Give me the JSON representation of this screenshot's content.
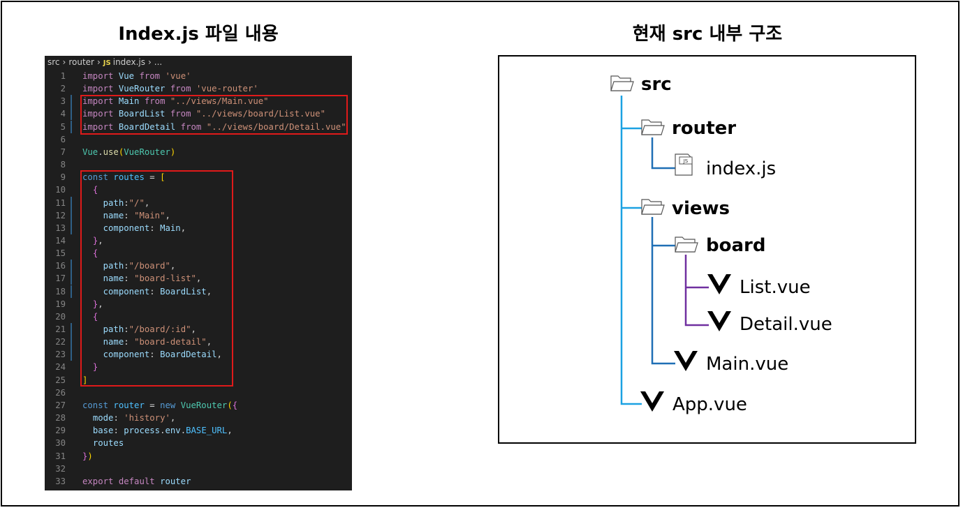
{
  "left_title": "Index.js 파일 내용",
  "right_title": "현재 src 내부 구조",
  "editor": {
    "breadcrumb": {
      "part1": "src",
      "part2": "router",
      "js_badge": "JS",
      "file": "index.js",
      "ellipsis": "..."
    },
    "lines": [
      {
        "n": "1",
        "tokens": [
          [
            "kw",
            "import "
          ],
          [
            "id",
            "Vue "
          ],
          [
            "kw",
            "from "
          ],
          [
            "str",
            "'vue'"
          ]
        ]
      },
      {
        "n": "2",
        "tokens": [
          [
            "kw",
            "import "
          ],
          [
            "id",
            "VueRouter "
          ],
          [
            "kw",
            "from "
          ],
          [
            "str",
            "'vue-router'"
          ]
        ]
      },
      {
        "n": "3",
        "tokens": [
          [
            "kw",
            "import "
          ],
          [
            "id",
            "Main "
          ],
          [
            "kw",
            "from "
          ],
          [
            "str",
            "\"../views/Main.vue\""
          ]
        ]
      },
      {
        "n": "4",
        "tokens": [
          [
            "kw",
            "import "
          ],
          [
            "id",
            "BoardList "
          ],
          [
            "kw",
            "from "
          ],
          [
            "str",
            "\"../views/board/List.vue\""
          ]
        ]
      },
      {
        "n": "5",
        "tokens": [
          [
            "kw",
            "import "
          ],
          [
            "id",
            "BoardDetail "
          ],
          [
            "kw",
            "from "
          ],
          [
            "str",
            "\"../views/board/Detail.vue\""
          ]
        ]
      },
      {
        "n": "6",
        "tokens": []
      },
      {
        "n": "7",
        "tokens": [
          [
            "cls",
            "Vue"
          ],
          [
            "p",
            "."
          ],
          [
            "fn",
            "use"
          ],
          [
            "b1",
            "("
          ],
          [
            "cls",
            "VueRouter"
          ],
          [
            "b1",
            ")"
          ]
        ]
      },
      {
        "n": "8",
        "tokens": []
      },
      {
        "n": "9",
        "tokens": [
          [
            "dkw",
            "const "
          ],
          [
            "const",
            "routes "
          ],
          [
            "p",
            "= "
          ],
          [
            "b1",
            "["
          ]
        ]
      },
      {
        "n": "10",
        "tokens": [
          [
            "p",
            "  "
          ],
          [
            "b2",
            "{"
          ]
        ]
      },
      {
        "n": "11",
        "tokens": [
          [
            "p",
            "    "
          ],
          [
            "id",
            "path"
          ],
          [
            "p",
            ":"
          ],
          [
            "str",
            "\"/\""
          ],
          [
            "p",
            ","
          ]
        ]
      },
      {
        "n": "12",
        "tokens": [
          [
            "p",
            "    "
          ],
          [
            "id",
            "name"
          ],
          [
            "p",
            ": "
          ],
          [
            "str",
            "\"Main\""
          ],
          [
            "p",
            ","
          ]
        ]
      },
      {
        "n": "13",
        "tokens": [
          [
            "p",
            "    "
          ],
          [
            "id",
            "component"
          ],
          [
            "p",
            ": "
          ],
          [
            "id",
            "Main"
          ],
          [
            "p",
            ","
          ]
        ]
      },
      {
        "n": "14",
        "tokens": [
          [
            "p",
            "  "
          ],
          [
            "b2",
            "}"
          ],
          [
            "p",
            ","
          ]
        ]
      },
      {
        "n": "15",
        "tokens": [
          [
            "p",
            "  "
          ],
          [
            "b2",
            "{"
          ]
        ]
      },
      {
        "n": "16",
        "tokens": [
          [
            "p",
            "    "
          ],
          [
            "id",
            "path"
          ],
          [
            "p",
            ":"
          ],
          [
            "str",
            "\"/board\""
          ],
          [
            "p",
            ","
          ]
        ]
      },
      {
        "n": "17",
        "tokens": [
          [
            "p",
            "    "
          ],
          [
            "id",
            "name"
          ],
          [
            "p",
            ": "
          ],
          [
            "str",
            "\"board-list\""
          ],
          [
            "p",
            ","
          ]
        ]
      },
      {
        "n": "18",
        "tokens": [
          [
            "p",
            "    "
          ],
          [
            "id",
            "component"
          ],
          [
            "p",
            ": "
          ],
          [
            "id",
            "BoardList"
          ],
          [
            "p",
            ","
          ]
        ]
      },
      {
        "n": "19",
        "tokens": [
          [
            "p",
            "  "
          ],
          [
            "b2",
            "}"
          ],
          [
            "p",
            ","
          ]
        ]
      },
      {
        "n": "20",
        "tokens": [
          [
            "p",
            "  "
          ],
          [
            "b2",
            "{"
          ]
        ]
      },
      {
        "n": "21",
        "tokens": [
          [
            "p",
            "    "
          ],
          [
            "id",
            "path"
          ],
          [
            "p",
            ":"
          ],
          [
            "str",
            "\"/board/:id\""
          ],
          [
            "p",
            ","
          ]
        ]
      },
      {
        "n": "22",
        "tokens": [
          [
            "p",
            "    "
          ],
          [
            "id",
            "name"
          ],
          [
            "p",
            ": "
          ],
          [
            "str",
            "\"board-detail\""
          ],
          [
            "p",
            ","
          ]
        ]
      },
      {
        "n": "23",
        "tokens": [
          [
            "p",
            "    "
          ],
          [
            "id",
            "component"
          ],
          [
            "p",
            ": "
          ],
          [
            "id",
            "BoardDetail"
          ],
          [
            "p",
            ","
          ]
        ]
      },
      {
        "n": "24",
        "tokens": [
          [
            "p",
            "  "
          ],
          [
            "b2",
            "}"
          ]
        ]
      },
      {
        "n": "25",
        "tokens": [
          [
            "b1",
            "]"
          ]
        ]
      },
      {
        "n": "26",
        "tokens": []
      },
      {
        "n": "27",
        "tokens": [
          [
            "dkw",
            "const "
          ],
          [
            "const",
            "router "
          ],
          [
            "p",
            "= "
          ],
          [
            "dkw",
            "new "
          ],
          [
            "cls",
            "VueRouter"
          ],
          [
            "b1",
            "("
          ],
          [
            "b2",
            "{"
          ]
        ]
      },
      {
        "n": "28",
        "tokens": [
          [
            "p",
            "  "
          ],
          [
            "id",
            "mode"
          ],
          [
            "p",
            ": "
          ],
          [
            "str",
            "'history'"
          ],
          [
            "p",
            ","
          ]
        ]
      },
      {
        "n": "29",
        "tokens": [
          [
            "p",
            "  "
          ],
          [
            "id",
            "base"
          ],
          [
            "p",
            ": "
          ],
          [
            "id",
            "process"
          ],
          [
            "p",
            "."
          ],
          [
            "id",
            "env"
          ],
          [
            "p",
            "."
          ],
          [
            "const",
            "BASE_URL"
          ],
          [
            "p",
            ","
          ]
        ]
      },
      {
        "n": "30",
        "tokens": [
          [
            "p",
            "  "
          ],
          [
            "id",
            "routes"
          ]
        ]
      },
      {
        "n": "31",
        "tokens": [
          [
            "b2",
            "}"
          ],
          [
            "b1",
            ")"
          ]
        ]
      },
      {
        "n": "32",
        "tokens": []
      },
      {
        "n": "33",
        "tokens": [
          [
            "kw",
            "export "
          ],
          [
            "kw",
            "default "
          ],
          [
            "id",
            "router"
          ]
        ]
      }
    ]
  },
  "tree": {
    "nodes": [
      {
        "label": "src",
        "icon": "folder-icon",
        "bold": true
      },
      {
        "label": "router",
        "icon": "folder-icon",
        "bold": true
      },
      {
        "label": "index.js",
        "icon": "js-file-icon",
        "bold": false,
        "badge": "JS"
      },
      {
        "label": "views",
        "icon": "folder-icon",
        "bold": true
      },
      {
        "label": "board",
        "icon": "folder-icon",
        "bold": true
      },
      {
        "label": "List.vue",
        "icon": "vue-icon",
        "bold": false
      },
      {
        "label": "Detail.vue",
        "icon": "vue-icon",
        "bold": false
      },
      {
        "label": "Main.vue",
        "icon": "vue-icon",
        "bold": false
      },
      {
        "label": "App.vue",
        "icon": "vue-icon",
        "bold": false
      }
    ],
    "colors": {
      "level1": "#1ba1e2",
      "level2": "#1f6fb5",
      "level3": "#7030a0",
      "highlight": "#e01a1a"
    }
  }
}
